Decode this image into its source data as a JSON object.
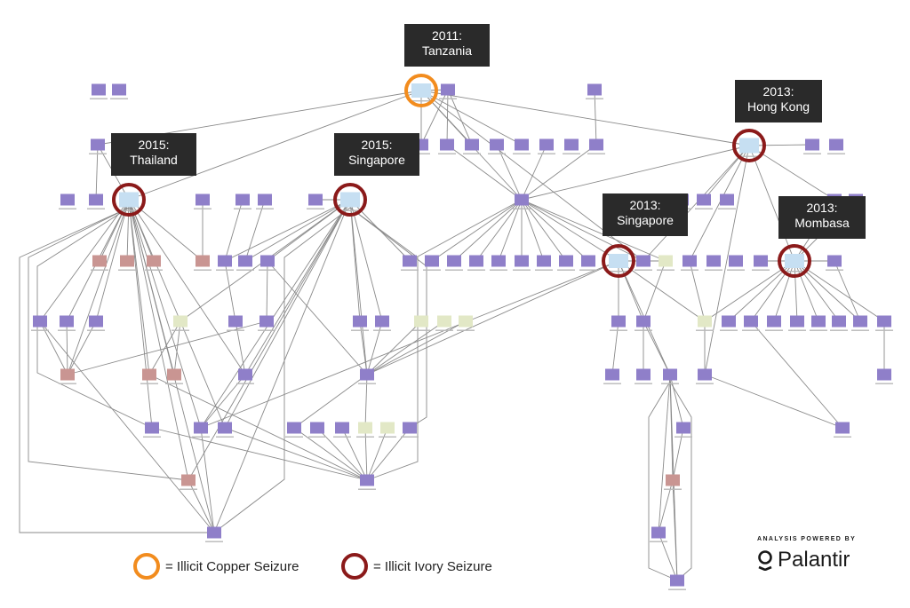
{
  "callouts": [
    {
      "year": "2011:",
      "place": "Tanzania"
    },
    {
      "year": "2015:",
      "place": "Thailand"
    },
    {
      "year": "2015:",
      "place": "Singapore"
    },
    {
      "year": "2013:",
      "place": "Hong Kong"
    },
    {
      "year": "2013:",
      "place": "Singapore"
    },
    {
      "year": "2013:",
      "place": "Mombasa"
    }
  ],
  "legend": {
    "copper_label": "= Illicit Copper Seizure",
    "ivory_label": "= Illicit Ivory Seizure"
  },
  "brand": {
    "tagline": "ANALYSIS POWERED BY",
    "name": "Palantir"
  },
  "colors": {
    "person_node": "#8f7fc9",
    "organization_node": "#c99592",
    "location_node": "#e2e8c6",
    "seizure_node": "#c6dff2",
    "copper_ring": "#f28c1e",
    "ivory_ring": "#8b1a1a",
    "edge": "#8a8a8a",
    "callout_bg": "#2a2a2a"
  }
}
